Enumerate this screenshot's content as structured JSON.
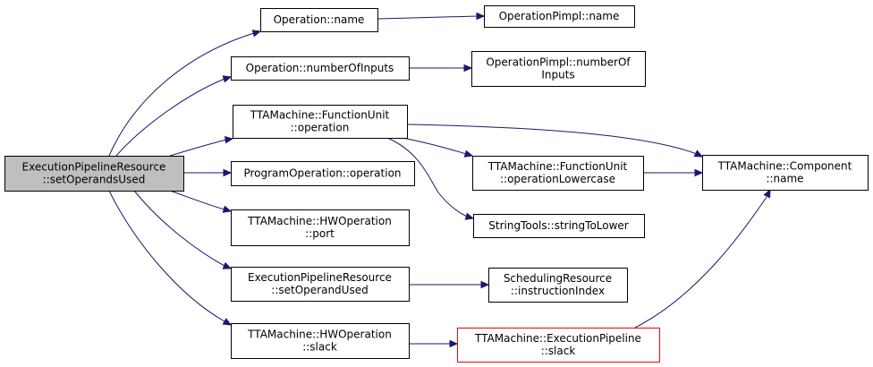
{
  "colors": {
    "node_fill": "#ffffff",
    "node_border": "#000000",
    "root_fill": "#bfbfbf",
    "root_border": "#000000",
    "missing_border": "#ff0000",
    "edge": "#191970"
  },
  "nodes": {
    "root": {
      "lines": [
        "ExecutionPipelineResource",
        "::setOperandsUsed"
      ],
      "style": "root"
    },
    "opname": {
      "lines": [
        "Operation::name"
      ],
      "style": "normal"
    },
    "oppname": {
      "lines": [
        "OperationPimpl::name"
      ],
      "style": "normal"
    },
    "opnum": {
      "lines": [
        "Operation::numberOfInputs"
      ],
      "style": "normal"
    },
    "oppnum": {
      "lines": [
        "OperationPimpl::numberOf",
        "Inputs"
      ],
      "style": "normal"
    },
    "fuop": {
      "lines": [
        "TTAMachine::FunctionUnit",
        "::operation"
      ],
      "style": "normal"
    },
    "comp": {
      "lines": [
        "TTAMachine::Component",
        "::name"
      ],
      "style": "normal"
    },
    "fulow": {
      "lines": [
        "TTAMachine::FunctionUnit",
        "::operationLowercase"
      ],
      "style": "normal"
    },
    "progop": {
      "lines": [
        "ProgramOperation::operation"
      ],
      "style": "normal"
    },
    "strlow": {
      "lines": [
        "StringTools::stringToLower"
      ],
      "style": "normal"
    },
    "hwport": {
      "lines": [
        "TTAMachine::HWOperation",
        "::port"
      ],
      "style": "normal"
    },
    "setused": {
      "lines": [
        "ExecutionPipelineResource",
        "::setOperandUsed"
      ],
      "style": "normal"
    },
    "instr": {
      "lines": [
        "SchedulingResource",
        "::instructionIndex"
      ],
      "style": "normal"
    },
    "hwslack": {
      "lines": [
        "TTAMachine::HWOperation",
        "::slack"
      ],
      "style": "normal"
    },
    "epslack": {
      "lines": [
        "TTAMachine::ExecutionPipeline",
        "::slack"
      ],
      "style": "missing"
    }
  }
}
